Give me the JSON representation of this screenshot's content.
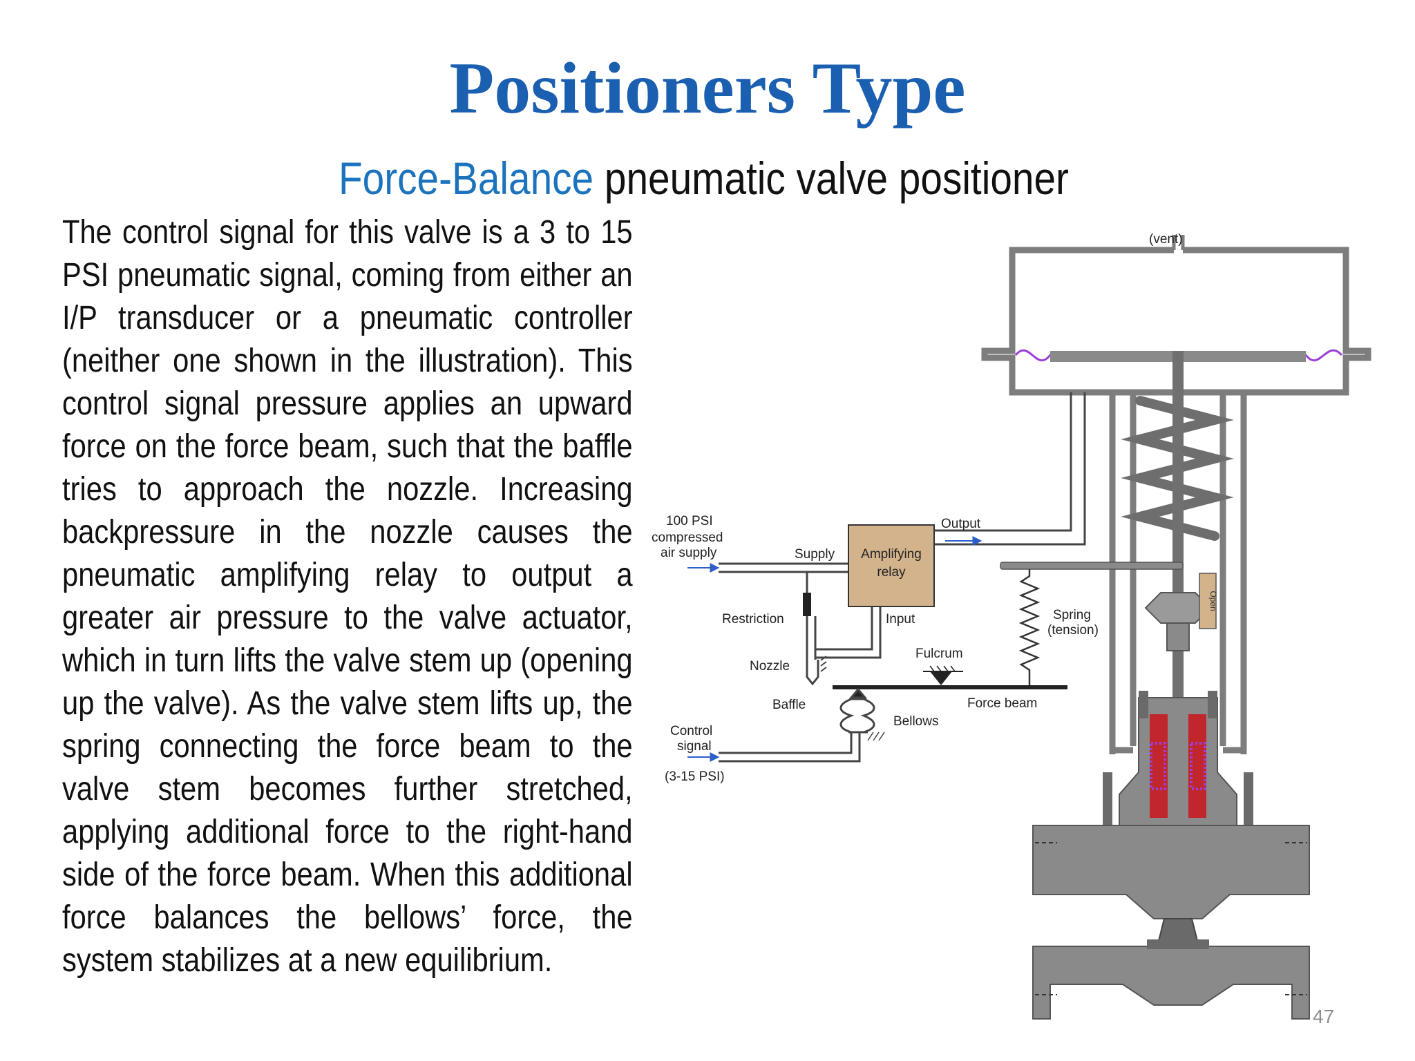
{
  "slide": {
    "title": "Positioners Type",
    "subtitle_accent": "Force-Balance",
    "subtitle_rest": "pneumatic valve positioner",
    "body": "The control signal for this valve is a 3 to 15 PSI pneumatic signal, coming from either an I/P transducer or a pneumatic controller (neither one shown in the illustration). This control signal pressure applies an upward force on the force beam, such that the baffle tries to approach the nozzle. Increasing backpressure in the nozzle causes the pneumatic amplifying relay to output a greater air pressure to the valve actuator, which in turn lifts the valve stem up (opening up the valve). As the valve stem lifts up, the spring connecting the force beam to the valve stem becomes further stretched, applying additional force to the right-hand side of the force beam. When this additional force balances the bellows’ force, the system stabilizes at a new equilibrium.",
    "slide_number": "47"
  },
  "diagram": {
    "vent": "(vent)",
    "supply_line1": "100 PSI",
    "supply_line2": "compressed",
    "supply_line3": "air supply",
    "supply": "Supply",
    "relay_line1": "Amplifying",
    "relay_line2": "relay",
    "output": "Output",
    "restriction": "Restriction",
    "input": "Input",
    "nozzle": "Nozzle",
    "fulcrum": "Fulcrum",
    "baffle": "Baffle",
    "bellows": "Bellows",
    "force_beam": "Force beam",
    "spring_line1": "Spring",
    "spring_line2": "(tension)",
    "control_line1": "Control",
    "control_line2": "signal",
    "control_range": "(3-15 PSI)",
    "scale_label": "Open"
  },
  "colors": {
    "title": "#1b5fb0",
    "accent": "#1b73bd",
    "relay_fill": "#d2b38c",
    "valve_body": "#8a8a8a",
    "packing_red": "#c0262b",
    "packing_purple": "#9b3fd8",
    "diaphragm": "#9b3fd8"
  }
}
